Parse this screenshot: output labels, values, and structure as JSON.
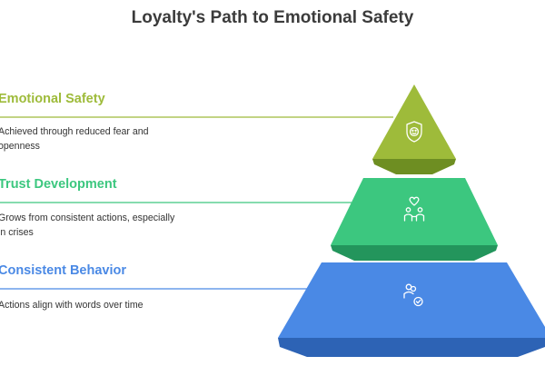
{
  "title": "Loyalty's Path to Emotional Safety",
  "colors": {
    "top": "#9ebb3a",
    "middle": "#3cc77f",
    "bottom": "#4a89e5",
    "top_shadow": "#6e8e22",
    "middle_shadow": "#23955c",
    "bottom_shadow": "#2d63b5",
    "title": "#3b3b3b",
    "text": "#333333"
  },
  "levels": [
    {
      "heading": "Emotional Safety",
      "description": "Achieved through reduced fear and openness",
      "icon": "shield-smile-icon"
    },
    {
      "heading": "Trust Development",
      "description": "Grows from consistent actions, especially in crises",
      "icon": "people-heart-icon"
    },
    {
      "heading": "Consistent Behavior",
      "description": "Actions align with words over time",
      "icon": "user-check-icon"
    }
  ]
}
